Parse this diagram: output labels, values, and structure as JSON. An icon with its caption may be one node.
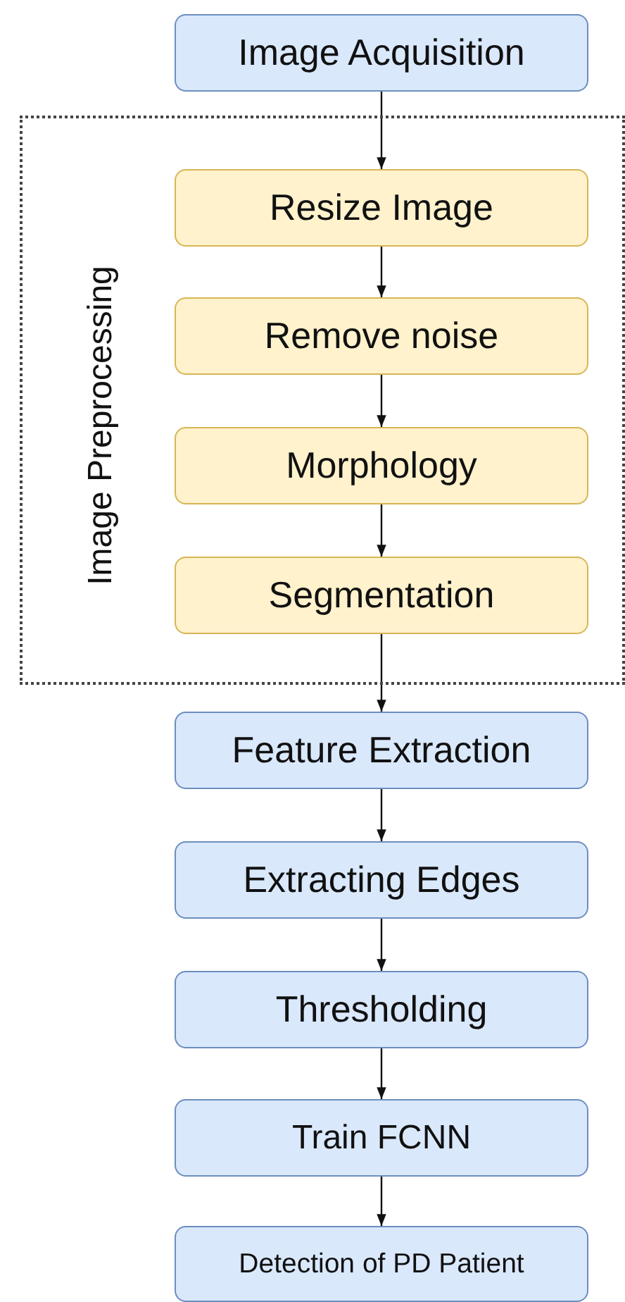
{
  "diagram": {
    "nodes": [
      {
        "text": [
          "Image Acquisition"
        ]
      },
      {
        "text": [
          "Image Preprocessing"
        ]
      },
      {
        "text": [
          "Resize Image"
        ],
        "in": 1
      },
      {
        "text": [
          "Remove noise"
        ],
        "in": 1
      },
      {
        "text": [
          "Morphology"
        ],
        "in": 1
      },
      {
        "text": [
          "Segmentation"
        ],
        "in": 1
      },
      {
        "text": [
          "Feature Extraction"
        ]
      },
      {
        "text": [
          "Extracting Edges"
        ]
      },
      {
        "text": [
          "Thresholding"
        ]
      },
      {
        "text": [
          "Train FCNN"
        ]
      },
      {
        "text": [
          "Detection of PD Patient"
        ]
      }
    ],
    "edges": [
      {
        "from": 0,
        "to": 2,
        "arrow": "to"
      },
      {
        "from": 2,
        "to": 3,
        "arrow": "to"
      },
      {
        "from": 3,
        "to": 4,
        "arrow": "to"
      },
      {
        "from": 4,
        "to": 5,
        "arrow": "to"
      },
      {
        "from": 5,
        "to": 6,
        "arrow": "to"
      },
      {
        "from": 6,
        "to": 7,
        "arrow": "to"
      },
      {
        "from": 7,
        "to": 8,
        "arrow": "to"
      },
      {
        "from": 8,
        "to": 9,
        "arrow": "to"
      },
      {
        "from": 9,
        "to": 10,
        "arrow": "to"
      }
    ]
  }
}
